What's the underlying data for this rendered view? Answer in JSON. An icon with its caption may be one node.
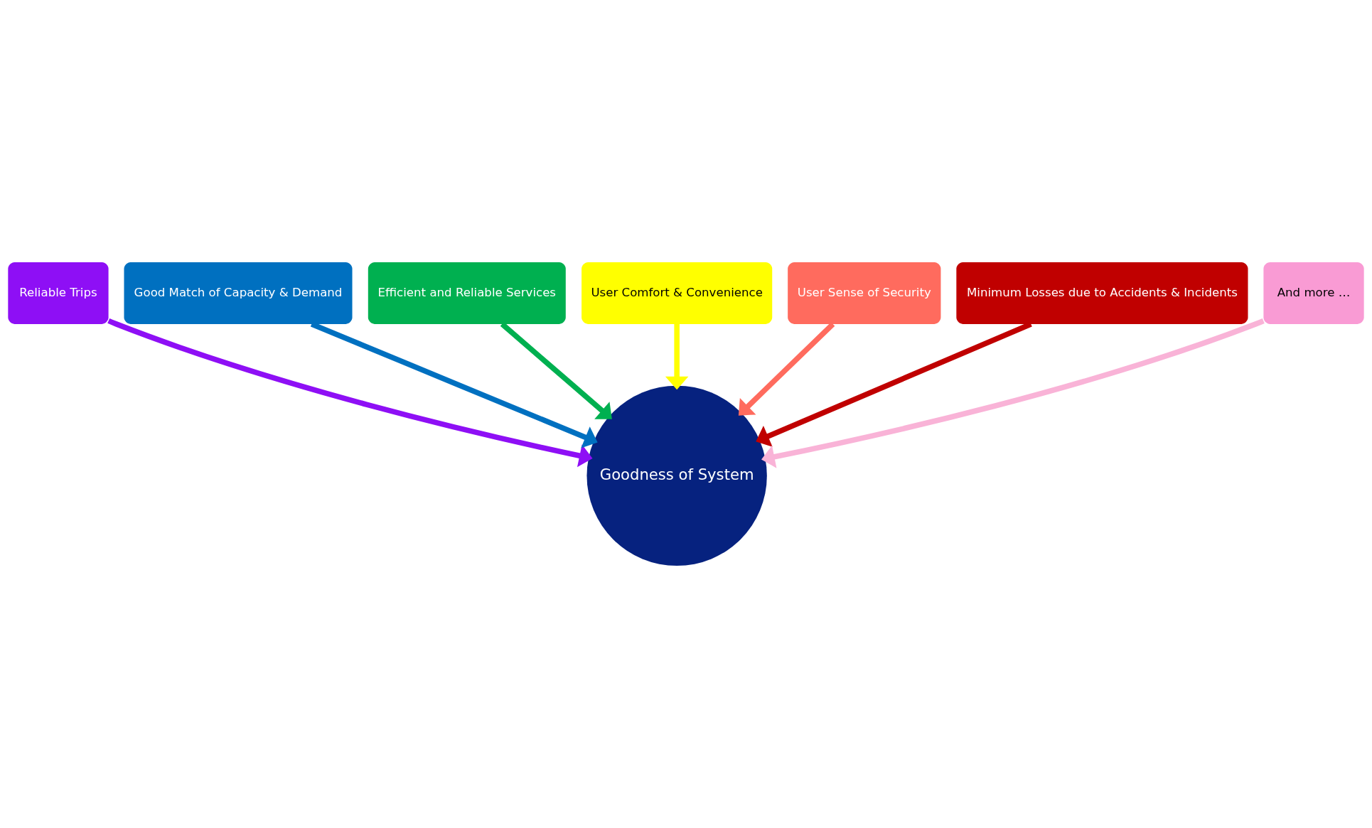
{
  "diagram": {
    "nodes": [
      {
        "text": [
          "Reliable Trips"
        ]
      },
      {
        "text": [
          "Good Match of Capacity & Demand"
        ]
      },
      {
        "text": [
          "Efficient and Reliable Services"
        ]
      },
      {
        "text": [
          "User Comfort & Convenience"
        ]
      },
      {
        "text": [
          "User Sense of Security"
        ]
      },
      {
        "text": [
          "Minimum Losses due to Accidents & Incidents"
        ]
      },
      {
        "text": [
          "And more …"
        ]
      },
      {
        "text": [
          "Goodness of System"
        ]
      }
    ],
    "edges": [
      {
        "from": 0,
        "to": 7,
        "arrow": "to",
        "color": "#8e0ff5"
      },
      {
        "from": 1,
        "to": 7,
        "arrow": "to",
        "color": "#0070c0"
      },
      {
        "from": 2,
        "to": 7,
        "arrow": "to",
        "color": "#00b050"
      },
      {
        "from": 3,
        "to": 7,
        "arrow": "to",
        "color": "#ffff00"
      },
      {
        "from": 4,
        "to": 7,
        "arrow": "to",
        "color": "#ff6b5e"
      },
      {
        "from": 5,
        "to": 7,
        "arrow": "to",
        "color": "#c00000"
      },
      {
        "from": 6,
        "to": 7,
        "arrow": "to",
        "color": "#f9b3d7"
      }
    ]
  }
}
